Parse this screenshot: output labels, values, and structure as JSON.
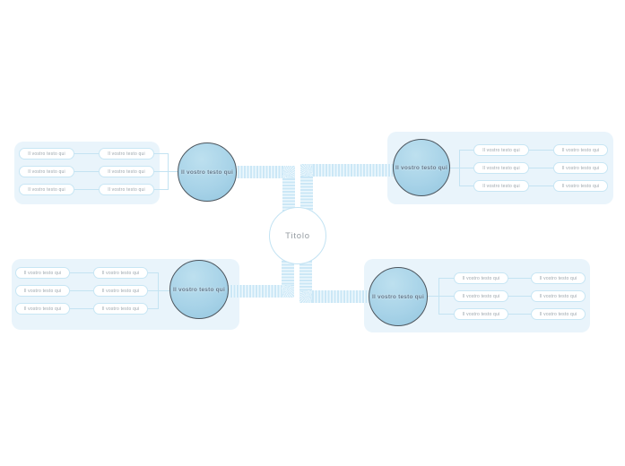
{
  "center_node": {
    "label": "Titolo"
  },
  "branches": [
    {
      "name": "top-left",
      "node_label": "Il vostro testo qui",
      "pills": [
        "Il vostro testo qui",
        "Il vostro testo qui",
        "Il vostro testo qui",
        "Il vostro testo qui",
        "Il vostro testo qui",
        "Il vostro testo qui"
      ]
    },
    {
      "name": "top-right",
      "node_label": "Il vostro testo qui",
      "pills": [
        "Il vostro testo qui",
        "Il vostro testo qui",
        "Il vostro testo qui",
        "Il vostro testo qui",
        "Il vostro testo qui",
        "Il vostro testo qui"
      ]
    },
    {
      "name": "bottom-left",
      "node_label": "Il vostro testo qui",
      "pills": [
        "Il vostro testo qui",
        "Il vostro testo qui",
        "Il vostro testo qui",
        "Il vostro testo qui",
        "Il vostro testo qui",
        "Il vostro testo qui"
      ]
    },
    {
      "name": "bottom-right",
      "node_label": "Il vostro testo qui",
      "pills": [
        "Il vostro testo qui",
        "Il vostro testo qui",
        "Il vostro testo qui",
        "Il vostro testo qui",
        "Il vostro testo qui",
        "Il vostro testo qui"
      ]
    }
  ],
  "colors": {
    "canvas_background": "#ffffff",
    "panel_background": "#e9f4fb",
    "ribbon_stripe_blue": "#cbe7f6",
    "ribbon_stripe_light": "#eef8fd",
    "node_fill": "#a8d3e8",
    "node_border": "#4d565e",
    "node_text": "#64798c",
    "center_border": "#c3e3f3",
    "center_text": "#949ba1",
    "pill_border": "#c8e6f4",
    "pill_text": "#9ba5ac",
    "connector_line": "#c4e3f2"
  }
}
